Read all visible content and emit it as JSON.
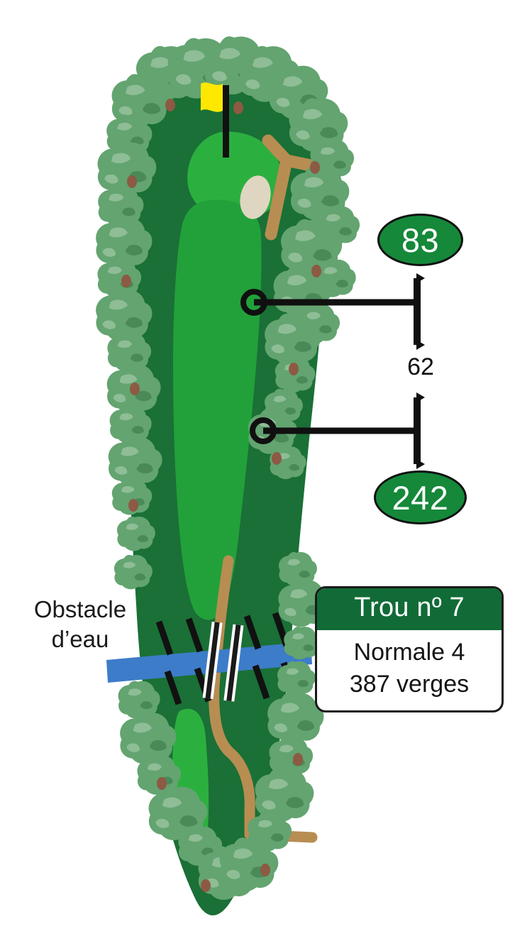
{
  "diagram": {
    "kind": "golf-hole-layout",
    "language": "fr",
    "hazard_label": "Obstacle\nd’eau",
    "colors": {
      "fairway": "#22a13a",
      "rough": "#1a7036",
      "green": "#2bb03f",
      "tree_canopy": "#63a470",
      "tree_canopy_light": "#8ebd96",
      "tree_canopy_dark": "#4a8a59",
      "tree_trunk": "#8d5a43",
      "water": "#3d7cc9",
      "cart_path": "#b88d52",
      "bunker_sand": "#ded6c0",
      "flag": "#ffe800",
      "flagpole": "#111111",
      "badge_green": "#15883a",
      "card_header_green": "#116b36",
      "outline": "#101010",
      "bridge_rail": "#ffffff",
      "bridge_stripe": "#1a1a1a"
    }
  },
  "distances": {
    "unit_implied": "verges",
    "front_marker": {
      "id": "front-of-green",
      "value": "83"
    },
    "back_marker": {
      "id": "tee-shot-landing",
      "value": "242"
    },
    "between_markers": {
      "id": "gap",
      "value": "62"
    }
  },
  "info_card": {
    "hole_title": "Trou nº 7",
    "par_label": "Normale 4",
    "length_label": "387 verges"
  },
  "icons": {
    "flag": "golf-flag-icon",
    "marker_front": "distance-marker-circle-icon",
    "marker_back": "distance-marker-circle-icon",
    "arrow_upper": "double-headed-arrow-icon",
    "arrow_lower": "double-headed-arrow-icon"
  }
}
